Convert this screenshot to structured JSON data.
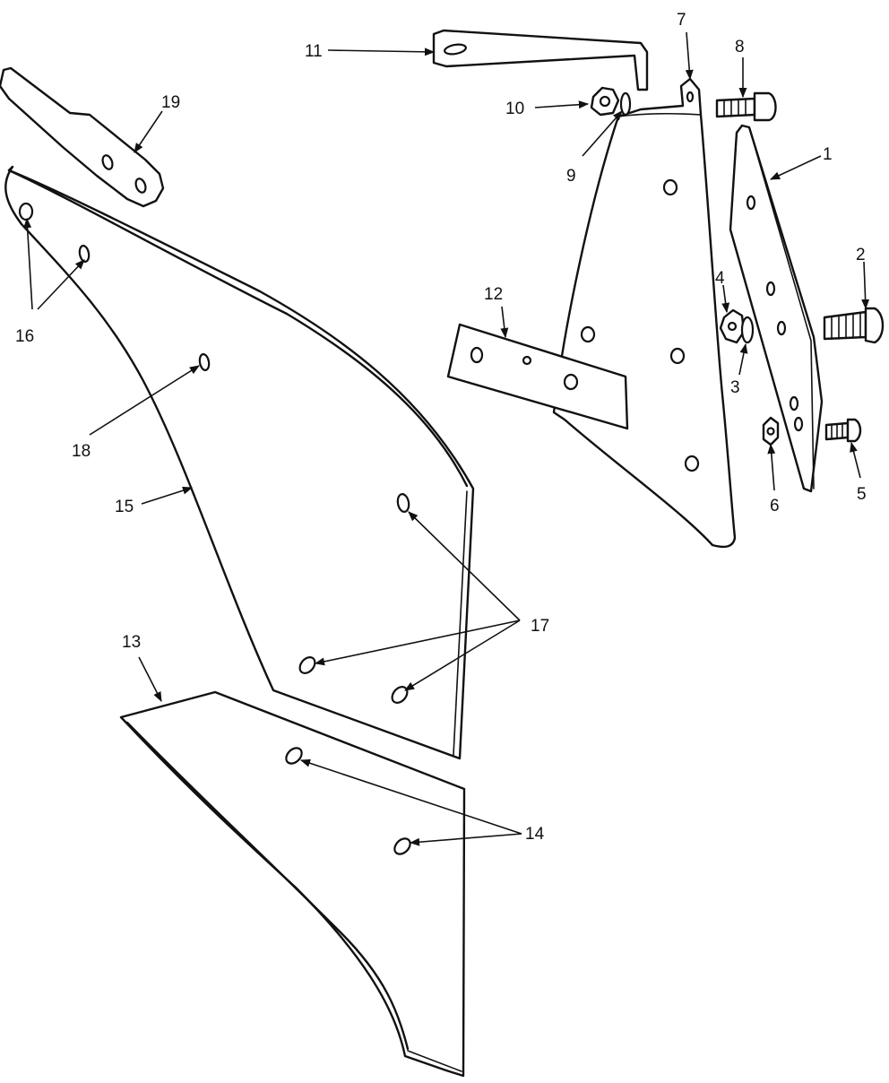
{
  "diagram": {
    "callouts": [
      {
        "id": "1",
        "label": "1"
      },
      {
        "id": "2",
        "label": "2"
      },
      {
        "id": "3",
        "label": "3"
      },
      {
        "id": "4",
        "label": "4"
      },
      {
        "id": "5",
        "label": "5"
      },
      {
        "id": "6",
        "label": "6"
      },
      {
        "id": "7",
        "label": "7"
      },
      {
        "id": "8",
        "label": "8"
      },
      {
        "id": "9",
        "label": "9"
      },
      {
        "id": "10",
        "label": "10"
      },
      {
        "id": "11",
        "label": "11"
      },
      {
        "id": "12",
        "label": "12"
      },
      {
        "id": "13",
        "label": "13"
      },
      {
        "id": "14",
        "label": "14"
      },
      {
        "id": "15",
        "label": "15"
      },
      {
        "id": "16",
        "label": "16"
      },
      {
        "id": "17",
        "label": "17"
      },
      {
        "id": "18",
        "label": "18"
      },
      {
        "id": "19",
        "label": "19"
      }
    ],
    "colors": {
      "ink": "#111111",
      "paper": "#ffffff"
    }
  }
}
